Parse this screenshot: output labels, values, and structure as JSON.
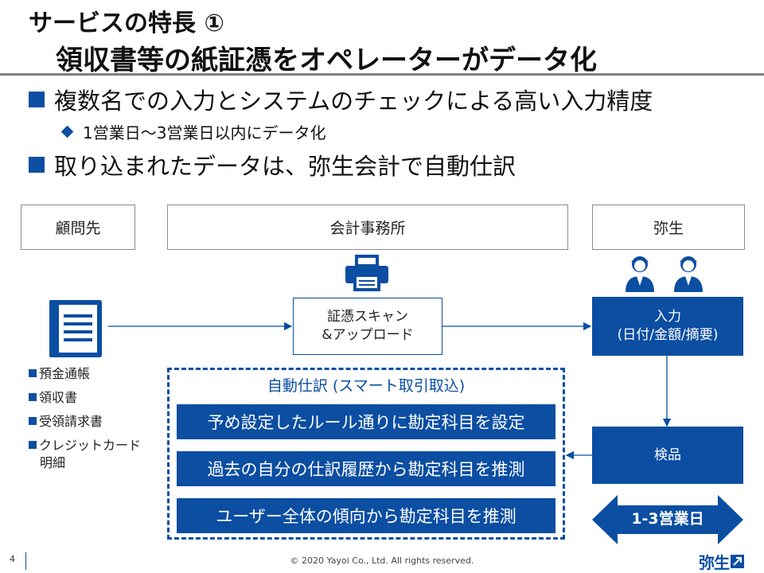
{
  "title": {
    "line1": "サービスの特長 ①",
    "line2": "領収書等の紙証憑をオペレーターがデータ化"
  },
  "bullets": [
    "複数名での入力とシステムのチェックによる高い入力精度",
    "取り込まれたデータは、弥生会計で自動仕訳"
  ],
  "sub_bullet": "1営業日〜3営業日以内にデータ化",
  "columns": {
    "client": "顧問先",
    "office": "会計事務所",
    "yayoi": "弥生"
  },
  "documents": [
    "預金通帳",
    "領収書",
    "受領請求書",
    "クレジットカード",
    "明細"
  ],
  "scan_box": [
    "証憑スキャン",
    "&アップロード"
  ],
  "input_box": [
    "入力",
    "(日付/金額/摘要)"
  ],
  "inspect_box": "検品",
  "duration": "1-3営業日",
  "auto_journal": {
    "title": "自動仕訳 (スマート取引取込)",
    "rules": [
      "予め設定したルール通りに勘定科目を設定",
      "過去の自分の仕訳履歴から勘定科目を推測",
      "ユーザー全体の傾向から勘定科目を推測"
    ]
  },
  "footer": {
    "page": "4",
    "copyright": "© 2020 Yayoi Co., Ltd.  All rights reserved.",
    "logo": "弥生"
  },
  "colors": {
    "accent": "#0b4ea2",
    "rule": "#808080"
  },
  "icons": [
    "document-icon",
    "printer-icon",
    "operator-icon",
    "arrow-icon"
  ]
}
